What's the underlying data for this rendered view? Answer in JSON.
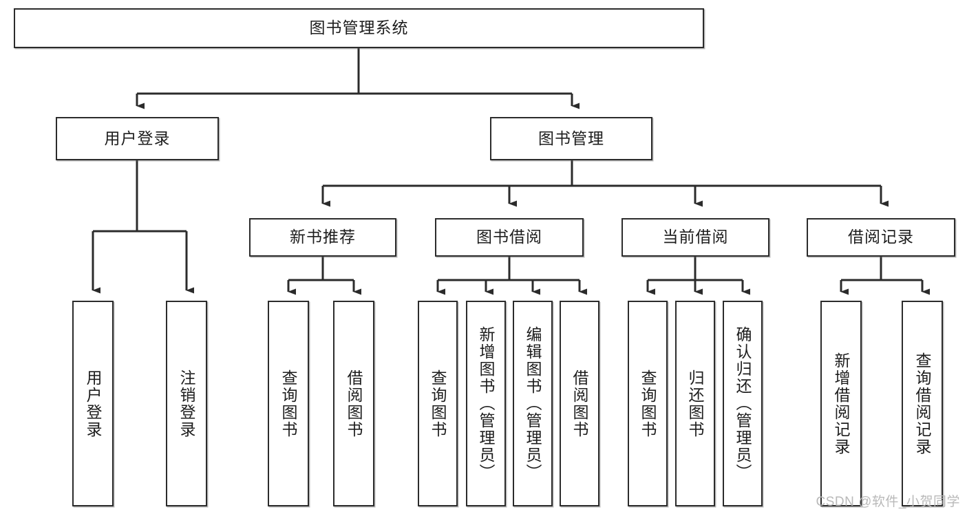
{
  "diagram": {
    "title": "图书管理系统",
    "type": "tree-hierarchy",
    "root": {
      "id": "root",
      "label": "图书管理系统"
    },
    "level2": [
      {
        "id": "user-login",
        "label": "用户登录"
      },
      {
        "id": "book-manage",
        "label": "图书管理"
      }
    ],
    "level3": [
      {
        "id": "new-book-recommend",
        "label": "新书推荐"
      },
      {
        "id": "book-borrow",
        "label": "图书借阅"
      },
      {
        "id": "current-borrow",
        "label": "当前借阅"
      },
      {
        "id": "borrow-record",
        "label": "借阅记录"
      }
    ],
    "leaves": {
      "user_login": [
        {
          "id": "leaf-user-login",
          "label": "用户登录"
        },
        {
          "id": "leaf-logout-login",
          "label": "注销登录"
        }
      ],
      "new_book_recommend": [
        {
          "id": "leaf-query-book-1",
          "label": "查询图书"
        },
        {
          "id": "leaf-borrow-book-1",
          "label": "借阅图书"
        }
      ],
      "book_borrow": [
        {
          "id": "leaf-query-book-2",
          "label": "查询图书"
        },
        {
          "id": "leaf-add-book",
          "label": "新增图书（管理员）"
        },
        {
          "id": "leaf-edit-book",
          "label": "编辑图书（管理员）"
        },
        {
          "id": "leaf-borrow-book-2",
          "label": "借阅图书"
        }
      ],
      "current_borrow": [
        {
          "id": "leaf-query-book-3",
          "label": "查询图书"
        },
        {
          "id": "leaf-return-book",
          "label": "归还图书"
        },
        {
          "id": "leaf-confirm-return",
          "label": "确认归还（管理员）"
        }
      ],
      "borrow_record": [
        {
          "id": "leaf-add-record",
          "label": "新增借阅记录"
        },
        {
          "id": "leaf-query-record",
          "label": "查询借阅记录"
        }
      ]
    }
  },
  "watermark": {
    "text": "CSDN @软件_小贺同学"
  },
  "colors": {
    "stroke": "#2b2b2b",
    "fill": "#ffffff",
    "text": "#1d1d1d",
    "watermark": "#b9b9b9",
    "background": "#ffffff"
  }
}
